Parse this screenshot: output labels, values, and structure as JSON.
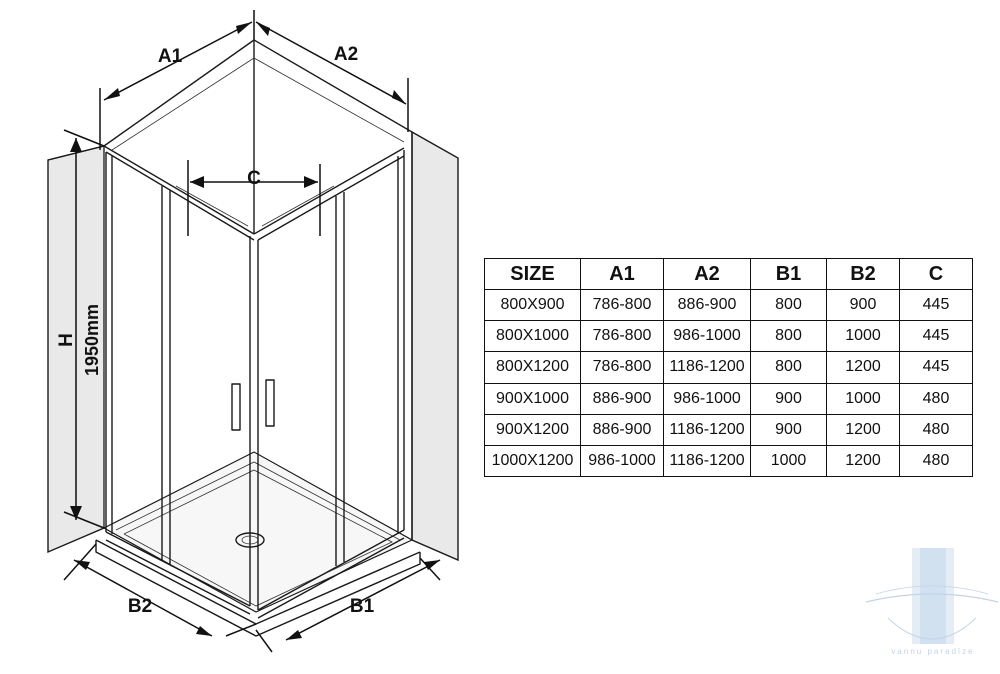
{
  "diagram": {
    "labels": {
      "a1": "A1",
      "a2": "A2",
      "c": "C",
      "b1": "B1",
      "b2": "B2",
      "h": "H",
      "height": "1950mm"
    }
  },
  "table": {
    "headers": [
      "SIZE",
      "A1",
      "A2",
      "B1",
      "B2",
      "C"
    ],
    "rows": [
      [
        "800X900",
        "786-800",
        "886-900",
        "800",
        "900",
        "445"
      ],
      [
        "800X1000",
        "786-800",
        "986-1000",
        "800",
        "1000",
        "445"
      ],
      [
        "800X1200",
        "786-800",
        "1186-1200",
        "800",
        "1200",
        "445"
      ],
      [
        "900X1000",
        "886-900",
        "986-1000",
        "900",
        "1000",
        "480"
      ],
      [
        "900X1200",
        "886-900",
        "1186-1200",
        "900",
        "1200",
        "480"
      ],
      [
        "1000X1200",
        "986-1000",
        "1186-1200",
        "1000",
        "1200",
        "480"
      ]
    ]
  },
  "watermark": {
    "text": "vannu paradīze",
    "color": "#aec6de"
  }
}
